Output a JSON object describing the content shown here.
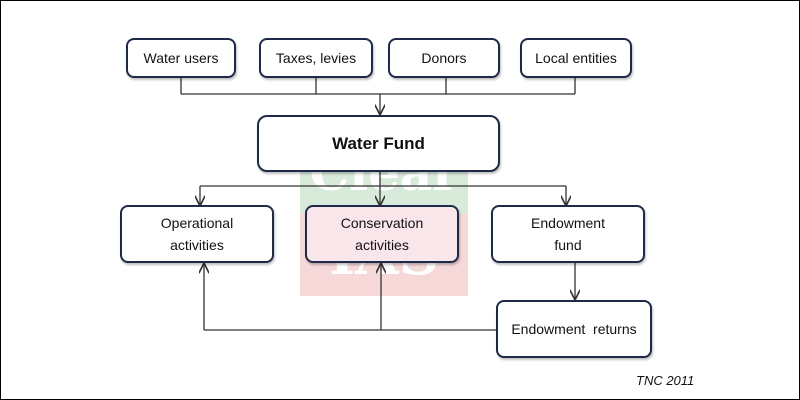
{
  "diagram": {
    "sources": [
      {
        "id": "water-users",
        "label": "Water users"
      },
      {
        "id": "taxes-levies",
        "label": "Taxes, levies"
      },
      {
        "id": "donors",
        "label": "Donors"
      },
      {
        "id": "local-entities",
        "label": "Local entities"
      }
    ],
    "fund": {
      "label": "Water Fund"
    },
    "outputs": [
      {
        "id": "operational",
        "line1": "Operational",
        "line2": "activities"
      },
      {
        "id": "conservation",
        "line1": "Conservation",
        "line2": "activities"
      },
      {
        "id": "endowment",
        "line1": "Endowment",
        "line2": "fund"
      }
    ],
    "returns": {
      "label": "Endowment  returns"
    },
    "watermark": {
      "top_text": "Clear",
      "bottom_text": "IAS"
    },
    "credit": "TNC 2011",
    "colors": {
      "border": "#1f2a4a",
      "highlight": "#f9e6ea",
      "line": "#333333"
    }
  }
}
